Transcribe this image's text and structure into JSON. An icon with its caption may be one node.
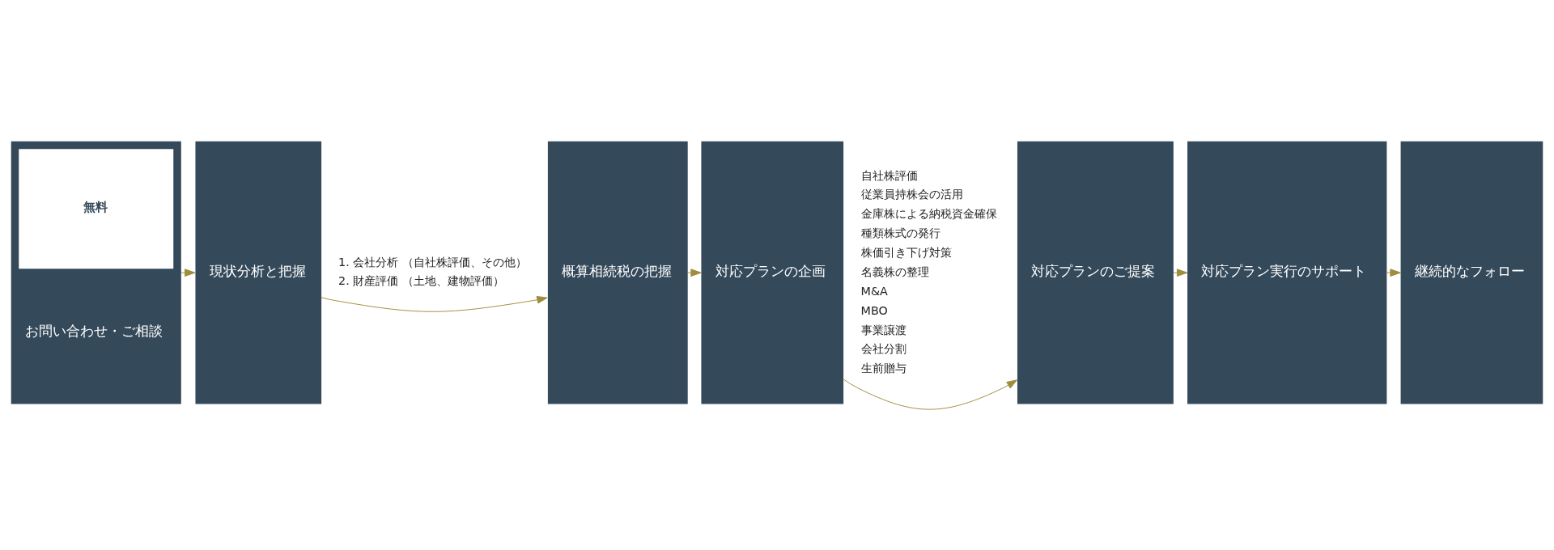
{
  "diagram": {
    "nodes": [
      {
        "text": [
          "無料",
          "お問い合わせ・ご相談"
        ]
      },
      {
        "text": [
          "現状分析と把握"
        ],
        "beside": [
          "1. 会社分析 （自社株評価、その他）",
          "2. 財産評価 （土地、建物評価）"
        ]
      },
      {
        "text": [
          "概算相続税の把握"
        ]
      },
      {
        "text": [
          "対応プランの企画"
        ],
        "beside": [
          "自社株評価",
          "従業員持株会の活用",
          "金庫株による納税資金確保",
          "種類株式の発行",
          "株価引き下げ対策",
          "名義株の整理",
          "M&A",
          "MBO",
          "事業譲渡",
          "会社分割",
          "生前贈与"
        ]
      },
      {
        "text": [
          "対応プランのご提案"
        ]
      },
      {
        "text": [
          "対応プラン実行のサポート"
        ]
      },
      {
        "text": [
          "継続的なフォロー"
        ]
      }
    ],
    "edges": [
      {
        "from": 0,
        "to": 1,
        "arrow": "to"
      },
      {
        "from": 1,
        "to": 2,
        "arrow": "to"
      },
      {
        "from": 2,
        "to": 3,
        "arrow": "to"
      },
      {
        "from": 3,
        "to": 4,
        "arrow": "to"
      },
      {
        "from": 4,
        "to": 5,
        "arrow": "to"
      },
      {
        "from": 5,
        "to": 6,
        "arrow": "to"
      }
    ]
  }
}
